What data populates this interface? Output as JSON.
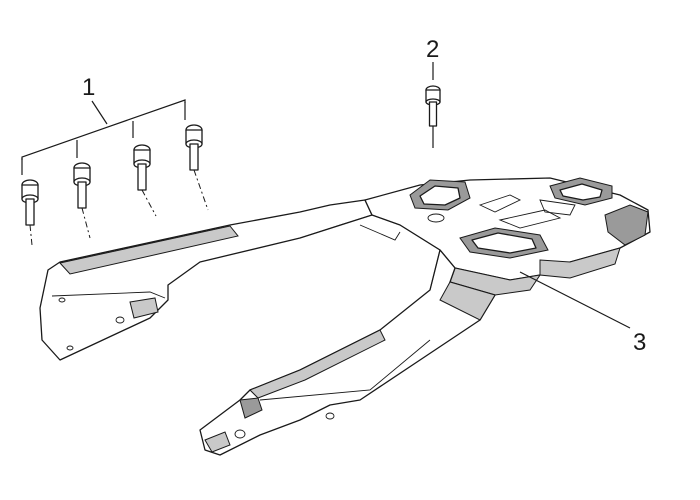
{
  "callouts": {
    "bolts_label": "1",
    "single_bolt_label": "2",
    "carrier_label": "3"
  }
}
